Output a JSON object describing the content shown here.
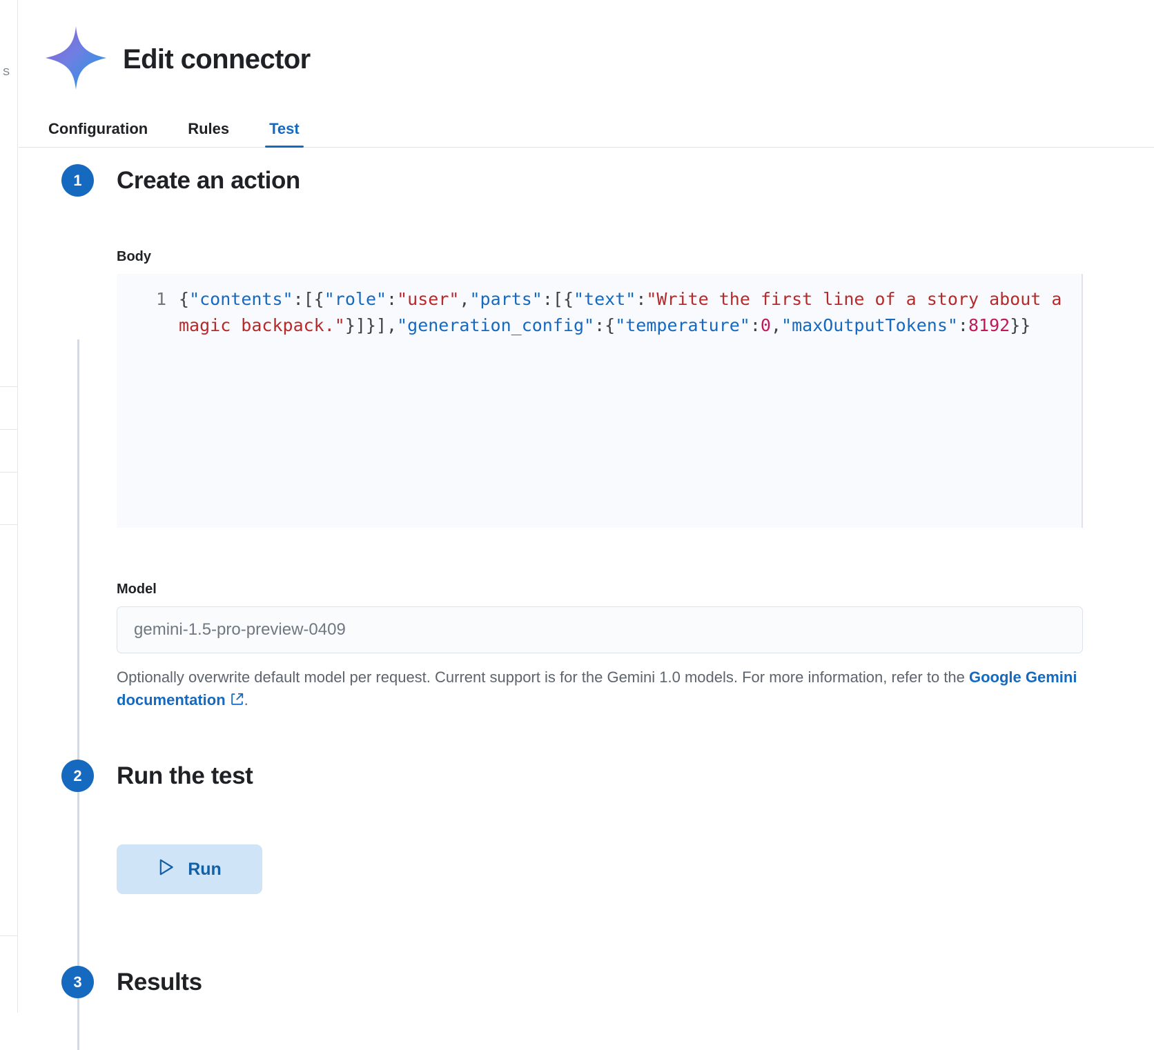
{
  "window": {
    "edge_label": "S"
  },
  "header": {
    "title": "Edit connector",
    "logo_icon": "gemini-sparkle-icon"
  },
  "tabs": [
    {
      "label": "Configuration",
      "active": false
    },
    {
      "label": "Rules",
      "active": false
    },
    {
      "label": "Test",
      "active": true
    }
  ],
  "steps": [
    {
      "number": "1",
      "title": "Create an action"
    },
    {
      "number": "2",
      "title": "Run the test"
    },
    {
      "number": "3",
      "title": "Results"
    }
  ],
  "body_field": {
    "label": "Body",
    "line_number": "1",
    "code_tokens": [
      {
        "t": "{",
        "c": "p"
      },
      {
        "t": "\"contents\"",
        "c": "k"
      },
      {
        "t": ":[{",
        "c": "p"
      },
      {
        "t": "\"role\"",
        "c": "k"
      },
      {
        "t": ":",
        "c": "p"
      },
      {
        "t": "\"user\"",
        "c": "s"
      },
      {
        "t": ",",
        "c": "p"
      },
      {
        "t": "\"parts\"",
        "c": "k"
      },
      {
        "t": ":[{",
        "c": "p"
      },
      {
        "t": "\"text\"",
        "c": "k"
      },
      {
        "t": ":",
        "c": "p"
      },
      {
        "t": "\"Write the first line of a story about a magic backpack.\"",
        "c": "s"
      },
      {
        "t": "}]}],",
        "c": "p"
      },
      {
        "t": "\"generation_config\"",
        "c": "k"
      },
      {
        "t": ":{",
        "c": "p"
      },
      {
        "t": "\"temperature\"",
        "c": "k"
      },
      {
        "t": ":",
        "c": "p"
      },
      {
        "t": "0",
        "c": "n"
      },
      {
        "t": ",",
        "c": "p"
      },
      {
        "t": "\"maxOutputTokens\"",
        "c": "k"
      },
      {
        "t": ":",
        "c": "p"
      },
      {
        "t": "8192",
        "c": "n"
      },
      {
        "t": "}}",
        "c": "p"
      }
    ],
    "raw": "{\"contents\":[{\"role\":\"user\",\"parts\":[{\"text\":\"Write the first line of a story about a magic backpack.\"}]}],\"generation_config\":{\"temperature\":0,\"maxOutputTokens\":8192}}"
  },
  "model_field": {
    "label": "Model",
    "value": "",
    "placeholder": "gemini-1.5-pro-preview-0409",
    "help_text": "Optionally overwrite default model per request. Current support is for the Gemini 1.0 models. For more information, refer to the ",
    "link_text": "Google Gemini documentation",
    "link_icon": "external-link-icon",
    "help_suffix": "."
  },
  "run_button": {
    "label": "Run",
    "icon": "play-icon"
  },
  "colors": {
    "accent": "#1569bf",
    "badge": "#1569bf",
    "run_bg": "#cfe4f6",
    "run_fg": "#1260a8",
    "code_key": "#1569bf",
    "code_string": "#b52a2a",
    "code_number": "#c2185b",
    "editor_bg": "#f9fafd"
  }
}
